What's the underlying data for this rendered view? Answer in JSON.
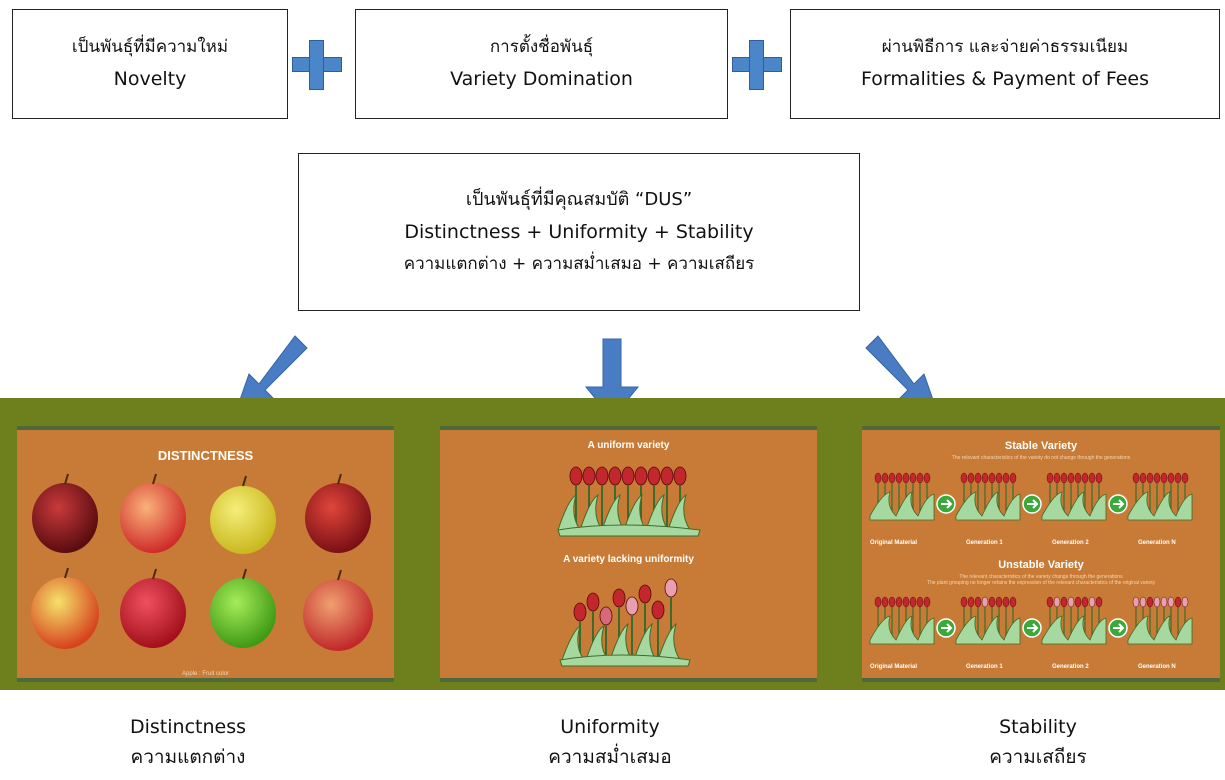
{
  "top_boxes": [
    {
      "th": "เป็นพันธุ์ที่มีความใหม่",
      "en": "Novelty"
    },
    {
      "th": "การตั้งชื่อพันธุ์",
      "en": "Variety Domination"
    },
    {
      "th": "ผ่านพิธีการ และจ่ายค่าธรรมเนียม",
      "en": "Formalities & Payment of Fees"
    }
  ],
  "dus_box": {
    "line1": "เป็นพันธุ์ที่มีคุณสมบัติ “DUS”",
    "line2": "Distinctness + Uniformity + Stability",
    "line3": "ความแตกต่าง + ความสม่ำเสมอ + ความเสถียร"
  },
  "panels": {
    "distinctness": {
      "title": "DISTINCTNESS",
      "footer": "Apple : Fruit color"
    },
    "uniformity": {
      "title_top": "A uniform variety",
      "title_bottom": "A variety lacking uniformity"
    },
    "stability": {
      "title_top": "Stable Variety",
      "sub_top": "The relevant characteristics of the variety do not change through the generations",
      "title_bottom": "Unstable Variety",
      "sub_bottom1": "The relevant characteristics of the variety change through the generations",
      "sub_bottom2": "The plant grouping no longer retains the expression of the relevant characteristics of the original variety",
      "gen_labels": [
        "Original Material",
        "Generation 1",
        "Generation 2",
        "Generation N"
      ]
    }
  },
  "captions": [
    {
      "en": "Distinctness",
      "th": "ความแตกต่าง"
    },
    {
      "en": "Uniformity",
      "th": "ความสม่ำเสมอ"
    },
    {
      "en": "Stability",
      "th": "ความเสถียร"
    }
  ],
  "colors": {
    "arrow": "#4a7cc4",
    "band": "#6e7f1d",
    "panel": "#c87b36",
    "plus": "#4a86c8"
  }
}
